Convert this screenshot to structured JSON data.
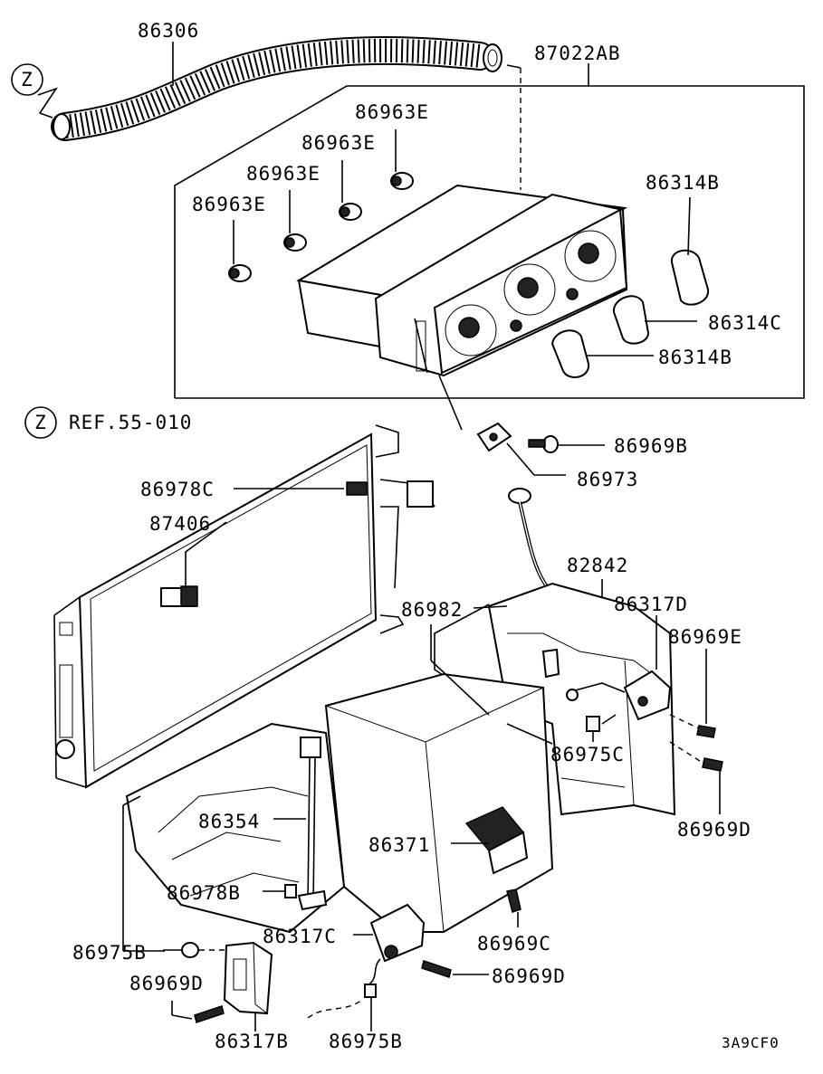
{
  "labels": {
    "p86306": "86306",
    "p87022AB": "87022AB",
    "p86963E_1": "86963E",
    "p86963E_2": "86963E",
    "p86963E_3": "86963E",
    "p86963E_4": "86963E",
    "p86314B_top": "86314B",
    "p86314C": "86314C",
    "p86314B_bottom": "86314B",
    "ref": "REF.55-010",
    "p86969B": "86969B",
    "p86973": "86973",
    "p86978C": "86978C",
    "p87406": "87406",
    "p82842": "82842",
    "p86982": "86982",
    "p86317D": "86317D",
    "p86969E": "86969E",
    "p86975C": "86975C",
    "p86969D_right": "86969D",
    "p86354": "86354",
    "p86371": "86371",
    "p86978B": "86978B",
    "p86317C": "86317C",
    "p86969C": "86969C",
    "p86975B_left": "86975B",
    "p86969D_mid": "86969D",
    "p86969D_left": "86969D",
    "p86317B": "86317B",
    "p86975B_bottom": "86975B"
  },
  "markers": {
    "z_top": "Z",
    "z_ref": "Z"
  },
  "figure_code": "3A9CF0"
}
